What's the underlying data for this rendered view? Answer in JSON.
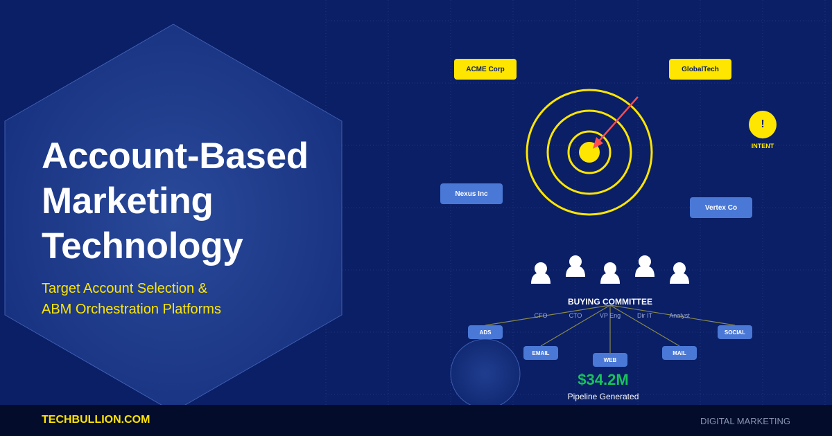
{
  "hero": {
    "title_lines": [
      "Account-Based",
      "Marketing",
      "Technology"
    ],
    "subtitle_lines": [
      "Target Account Selection &",
      "ABM Orchestration Platforms"
    ]
  },
  "accounts": [
    {
      "label": "ACME Corp",
      "style": "yellow"
    },
    {
      "label": "GlobalTech",
      "style": "yellow"
    },
    {
      "label": "Nexus Inc",
      "style": "blue"
    },
    {
      "label": "Vertex Co",
      "style": "blue"
    }
  ],
  "intent": {
    "icon": "!",
    "label": "INTENT"
  },
  "buying_committee": {
    "title": "BUYING COMMITTEE",
    "roles": [
      "CFO",
      "CTO",
      "VP Eng",
      "Dir IT",
      "Analyst"
    ]
  },
  "channels": [
    "ADS",
    "EMAIL",
    "WEB",
    "MAIL",
    "SOCIAL"
  ],
  "pipeline": {
    "value": "$34.2M",
    "label": "Pipeline Generated"
  },
  "footer": {
    "brand": "TECHBULLION.COM",
    "category": "DIGITAL MARKETING"
  },
  "colors": {
    "background": "#0a1f66",
    "accent_yellow": "#ffe600",
    "chip_blue": "#4a78d6",
    "arrow_red": "#ff4d4d",
    "pipeline_green": "#19c25c",
    "footer_bg": "#030c2b"
  }
}
